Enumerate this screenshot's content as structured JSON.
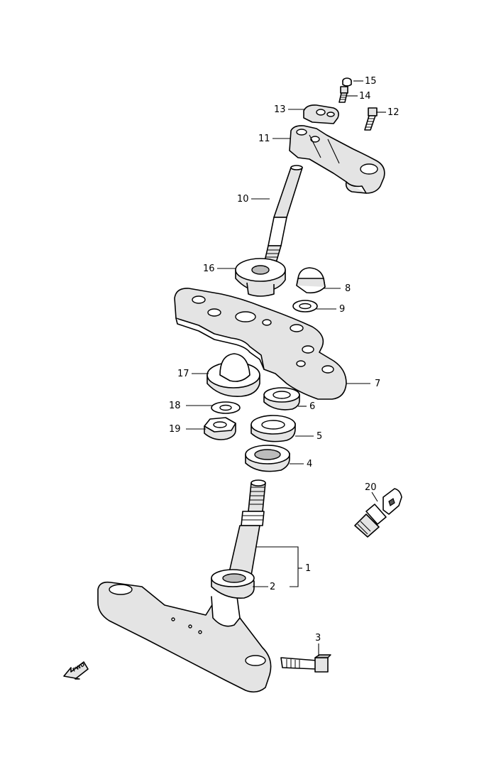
{
  "callouts": {
    "c1": "1",
    "c2": "2",
    "c3": "3",
    "c4": "4",
    "c5": "5",
    "c6": "6",
    "c7": "7",
    "c8": "8",
    "c9": "9",
    "c10": "10",
    "c11": "11",
    "c12": "12",
    "c13": "13",
    "c14": "14",
    "c15": "15",
    "c16": "16",
    "c17": "17",
    "c18": "18",
    "c19": "19",
    "c20": "20"
  },
  "fwd_marker": "FWD",
  "icons": {
    "fwd_arrow": "forward-direction-arrow-icon"
  }
}
